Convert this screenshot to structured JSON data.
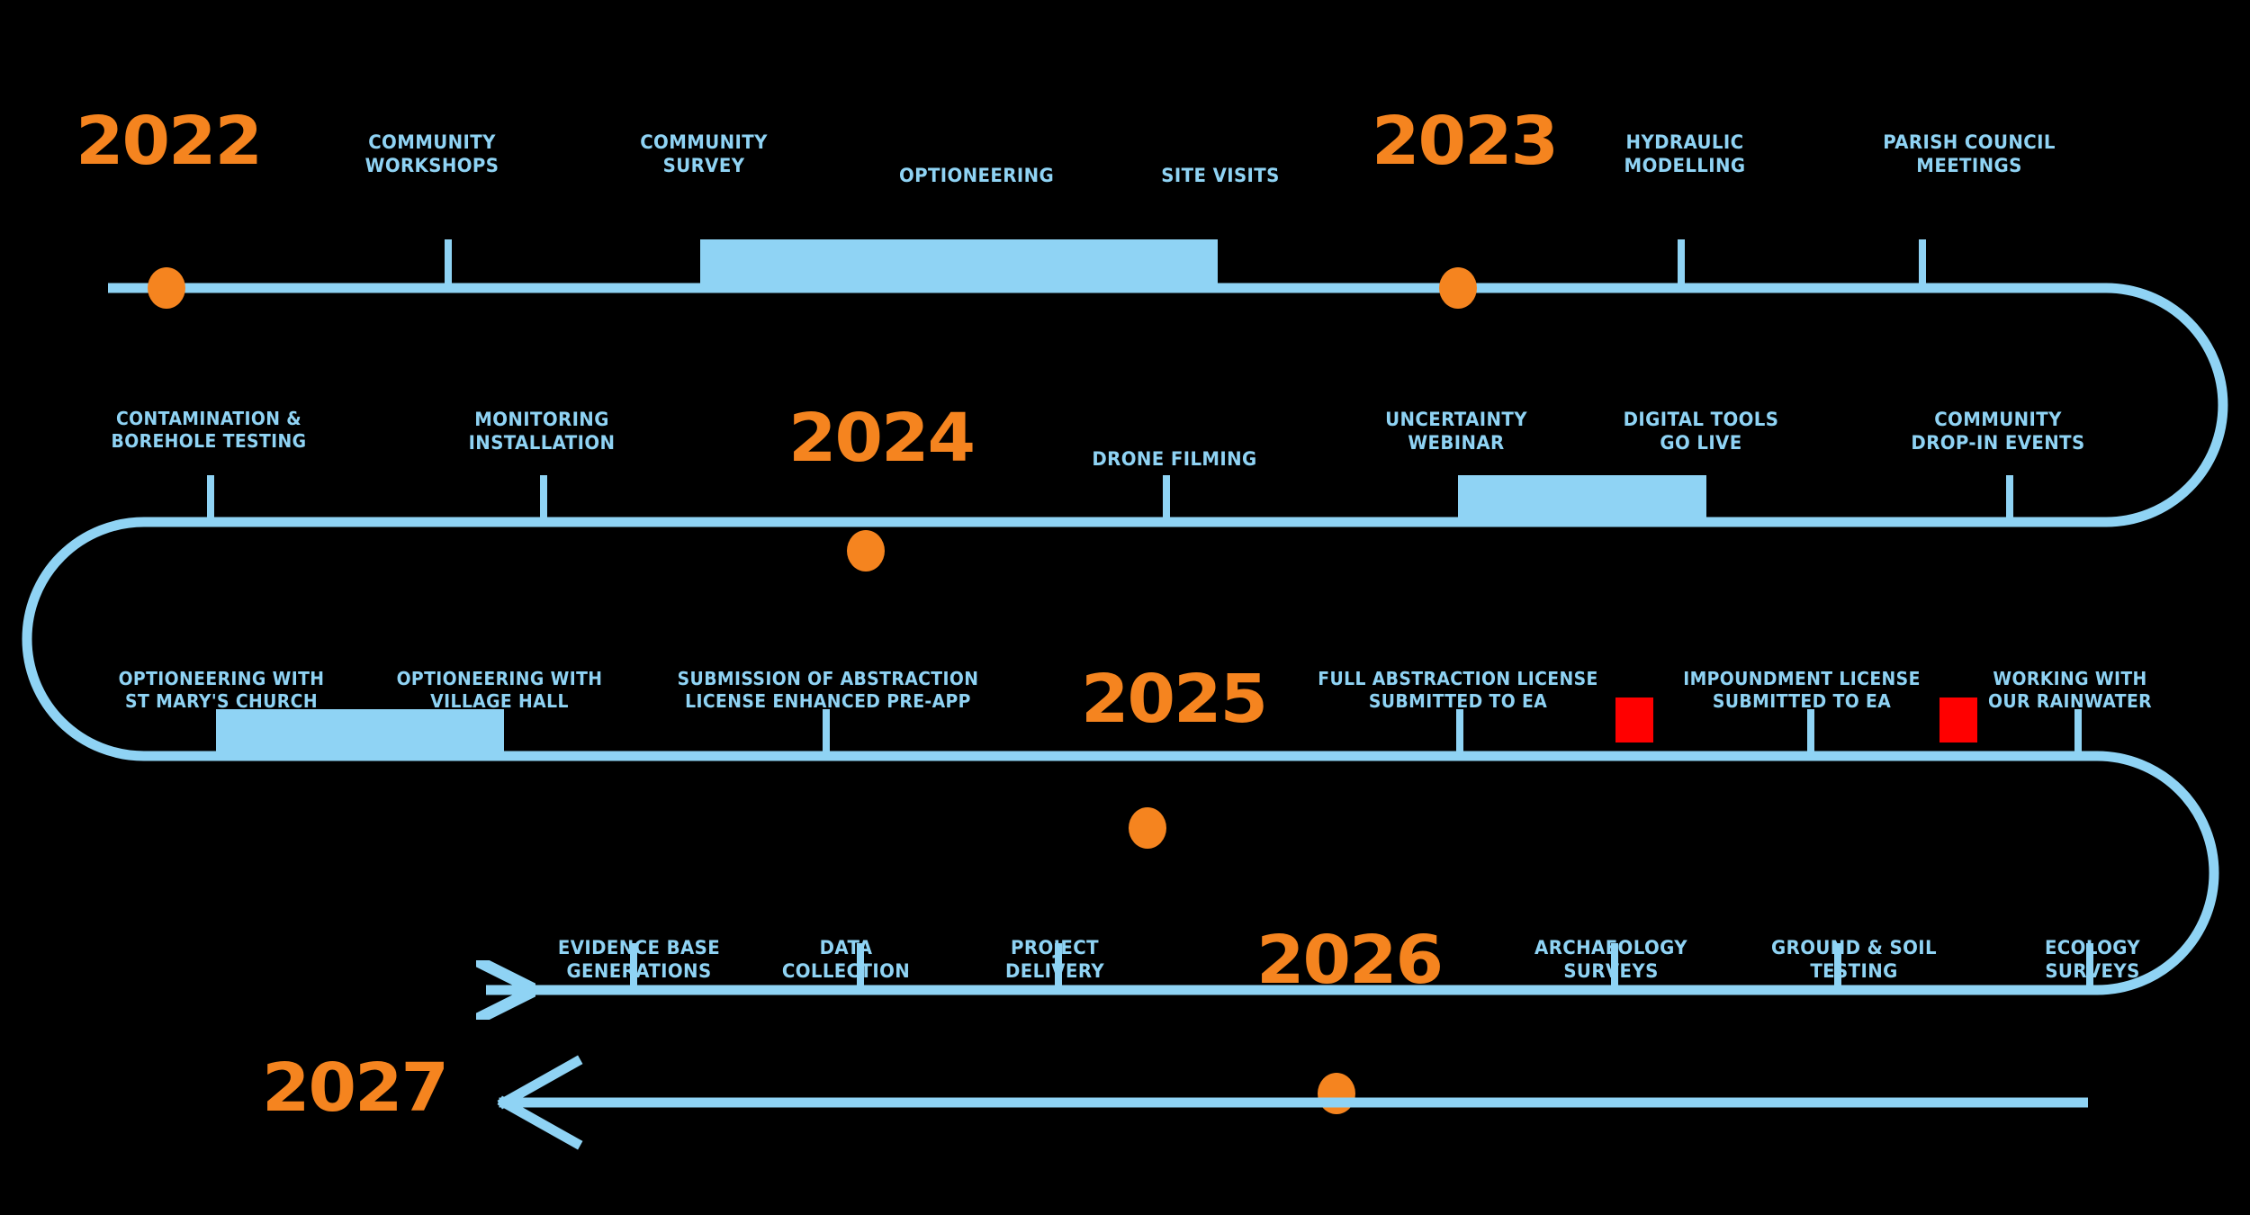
{
  "meta": {
    "title": "Project Timeline 2022-2027",
    "colors": {
      "background": "#000000",
      "accent_orange": "#F5841F",
      "line_blue": "#8FD3F4",
      "label_blue": "#8FD3F4",
      "alert_red": "#FF0000"
    }
  },
  "years": [
    {
      "id": "y2022",
      "label": "2022"
    },
    {
      "id": "y2023",
      "label": "2023"
    },
    {
      "id": "y2024",
      "label": "2024"
    },
    {
      "id": "y2025",
      "label": "2025"
    },
    {
      "id": "y2026",
      "label": "2026"
    },
    {
      "id": "y2027",
      "label": "2027"
    }
  ],
  "rows": [
    {
      "id": "row-1",
      "direction": "left-to-right",
      "milestones": [
        {
          "id": "community-workshops",
          "label": "COMMUNITY\nWORKSHOPS"
        },
        {
          "id": "community-survey",
          "label": "COMMUNITY\nSURVEY"
        },
        {
          "id": "optioneering",
          "label": "OPTIONEERING"
        },
        {
          "id": "site-visits",
          "label": "SITE VISITS"
        },
        {
          "id": "hydraulic-modelling",
          "label": "HYDRAULIC\nMODELLING"
        },
        {
          "id": "parish-council-meetings",
          "label": "PARISH COUNCIL\nMEETINGS"
        }
      ]
    },
    {
      "id": "row-2",
      "direction": "right-to-left",
      "milestones": [
        {
          "id": "contamination-borehole-testing",
          "label": "CONTAMINATION &\nBOREHOLE TESTING"
        },
        {
          "id": "monitoring-installation",
          "label": "MONITORING\nINSTALLATION"
        },
        {
          "id": "drone-filming",
          "label": "DRONE FILMING"
        },
        {
          "id": "uncertainty-webinar",
          "label": "UNCERTAINTY\nWEBINAR"
        },
        {
          "id": "digital-tools-go-live",
          "label": "DIGITAL TOOLS\nGO LIVE"
        },
        {
          "id": "community-drop-in-events",
          "label": "COMMUNITY\nDROP-IN EVENTS"
        }
      ]
    },
    {
      "id": "row-3",
      "direction": "left-to-right",
      "milestones": [
        {
          "id": "optioneering-st-marys-church",
          "label": "OPTIONEERING WITH\nST MARY'S CHURCH"
        },
        {
          "id": "optioneering-village-hall",
          "label": "OPTIONEERING WITH\nVILLAGE HALL"
        },
        {
          "id": "submission-abstraction-licence",
          "label": "SUBMISSION OF ABSTRACTION\nLICENSE ENHANCED PRE-APP"
        },
        {
          "id": "full-abstraction-licence-ea",
          "label": "FULL ABSTRACTION LICENSE\nSUBMITTED TO EA"
        },
        {
          "id": "impoundment-licence-ea",
          "label": "IMPOUNDMENT LICENSE\nSUBMITTED TO EA"
        },
        {
          "id": "working-with-our-rainwater",
          "label": "WORKING WITH\nOUR RAINWATER"
        }
      ]
    },
    {
      "id": "row-4",
      "direction": "right-to-left",
      "milestones": [
        {
          "id": "evidence-base-generations",
          "label": "EVIDENCE BASE\nGENERATIONS"
        },
        {
          "id": "data-collection",
          "label": "DATA\nCOLLECTION"
        },
        {
          "id": "project-delivery",
          "label": "PROJECT\nDELIVERY"
        },
        {
          "id": "archaeology-surveys",
          "label": "ARCHAEOLOGY\nSURVEYS"
        },
        {
          "id": "ground-soil-testing",
          "label": "GROUND & SOIL\nTESTING"
        },
        {
          "id": "ecology-surveys",
          "label": "ECOLOGY\nSURVEYS"
        }
      ]
    }
  ]
}
